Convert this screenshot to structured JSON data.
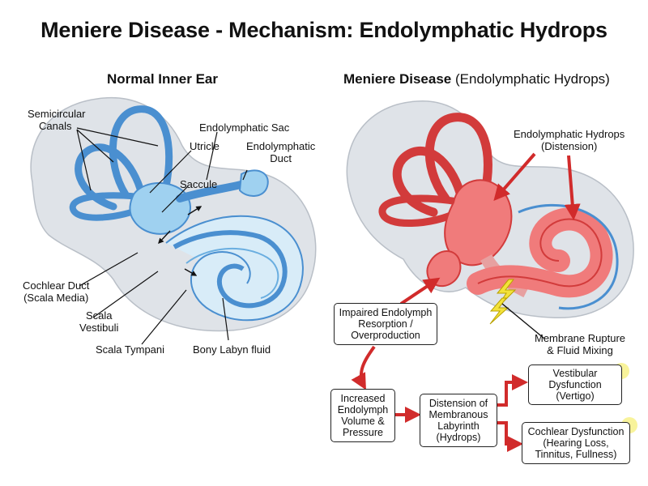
{
  "title": "Meniere Disease - Mechanism: Endolymphatic Hydrops",
  "panels": {
    "normal": {
      "title": "Normal Inner Ear",
      "labels": {
        "semicircular_canals_1": "Semicircular",
        "semicircular_canals_2": "Canals",
        "utricle": "Utricle",
        "saccule": "Saccule",
        "endolymphatic_sac": "Endolymphatic Sac",
        "endolymphatic_duct_1": "Endolymphatic",
        "endolymphatic_duct_2": "Duct",
        "cochlear_duct_1": "Cochlear Duct",
        "cochlear_duct_2": "(Scala Media)",
        "scala_vestibuli_1": "Scala",
        "scala_vestibuli_2": "Vestibuli",
        "scala_tympani": "Scala Tympani",
        "bony_labyrinth_fluid": "Bony Labyn fluid"
      }
    },
    "meniere": {
      "title_bold": "Meniere Disease",
      "title_light": "(Endolymphatic Hydrops)",
      "labels": {
        "hydrops_1": "Endolymphatic Hydrops",
        "hydrops_2": "(Distension)",
        "rupture_1": "Membrane Rupture",
        "rupture_2": "& Fluid Mixing"
      }
    }
  },
  "flow": {
    "impaired": [
      "Impaired Endolymph",
      "Resorption /",
      "Overproduction"
    ],
    "increased": [
      "Increased",
      "Endolymph",
      "Volume &",
      "Pressure"
    ],
    "distension": [
      "Distension of",
      "Membranous",
      "Labyrinth",
      "(Hydrops)"
    ],
    "vestibular": [
      "Vestibular",
      "Dysfunction",
      "(Vertigo)"
    ],
    "cochlear": [
      "Cochlear Dysfunction",
      "(Hearing Loss,",
      "Tinnitus, Fullness)"
    ]
  },
  "colors": {
    "bone": "#dfe3e8",
    "normal_fluid": "#9fd1f0",
    "normal_outline": "#4a8fd0",
    "hydrops_fill": "#f07b7b",
    "hydrops_outline": "#d23b3b",
    "arrow": "#d12b2b",
    "lightning": "#f3e23a"
  }
}
